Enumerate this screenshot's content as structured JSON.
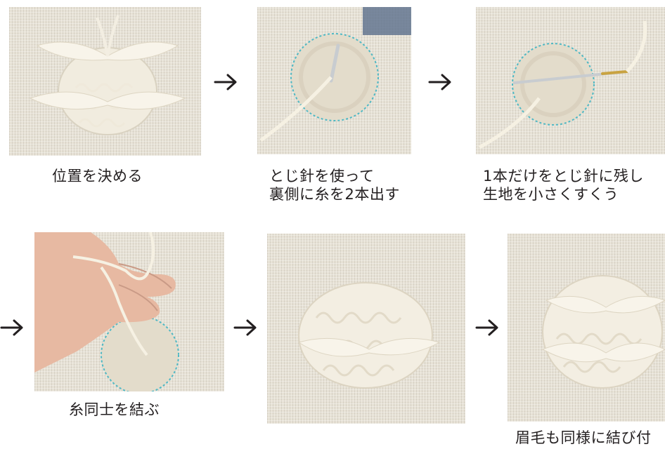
{
  "steps": [
    {
      "caption": [
        "位置を決める"
      ],
      "photo": "yarn-bundles-photo"
    },
    {
      "caption": [
        "とじ針を使って",
        "裏側に糸を2本出す"
      ],
      "photo": "needle-through-fabric-photo"
    },
    {
      "caption": [
        "1本だけをとじ針に残し",
        "生地を小さくすくう"
      ],
      "photo": "needle-scooping-fabric-photo"
    },
    {
      "caption": [
        "糸同士を結ぶ"
      ],
      "photo": "tying-yarn-by-hand-photo"
    },
    {
      "caption": [],
      "photo": "finished-knot-tufts-photo"
    },
    {
      "caption": [
        "眉毛も同様に結び付"
      ],
      "photo": "eyebrow-tufts-photo"
    }
  ],
  "colors": {
    "fabric": "#e7e2d6",
    "yarn": "#f6f1e3",
    "stitch_outline": "#4fb8c4",
    "needle": "#c8ccd0",
    "skin": "#e7b9a2",
    "text": "#231f20"
  },
  "icons": [
    "arrow-right-icon"
  ]
}
